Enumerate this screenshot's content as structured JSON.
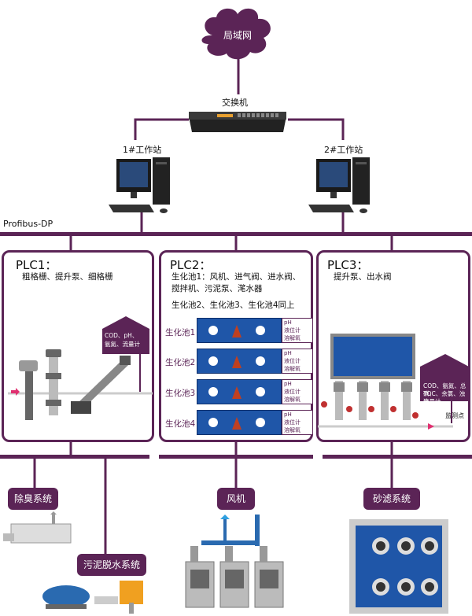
{
  "network": {
    "cloud_label": "局域网",
    "switch_label": "交换机",
    "workstation1": "1#工作站",
    "workstation2": "2#工作站",
    "bus_label": "Profibus-DP"
  },
  "plc1": {
    "title": "PLC1：",
    "desc": "粗格栅、提升泵、细格栅",
    "sensor_box": [
      "COD、pH、",
      "氨氮、流量计"
    ]
  },
  "plc2": {
    "title": "PLC2：",
    "desc_line1": "生化池1：风机、进气阀、进水阀、",
    "desc_line2": "搅拌机、污泥泵、滗水器",
    "desc_line3": "生化池2、生化池3、生化池4同上",
    "tanks": [
      {
        "label": "生化池1",
        "sensors": [
          "pH",
          "液位计",
          "溶解氧"
        ]
      },
      {
        "label": "生化池2",
        "sensors": [
          "pH",
          "液位计",
          "溶解氧"
        ]
      },
      {
        "label": "生化池3",
        "sensors": [
          "pH",
          "液位计",
          "溶解氧"
        ]
      },
      {
        "label": "生化池4",
        "sensors": [
          "pH",
          "液位计",
          "溶解氧"
        ]
      }
    ]
  },
  "plc3": {
    "title": "PLC3：",
    "desc": "提升泵、出水阀",
    "sensor_box": [
      "COD、氨氮、总磷、",
      "TOC、余氯、浊度、",
      "流量计"
    ],
    "monitor_point": "监测点"
  },
  "systems": {
    "deodor": "除臭系统",
    "fan": "风机",
    "sand_filter": "砂滤系统",
    "sludge": "污泥脱水系统"
  },
  "colors": {
    "accent": "#5b2456",
    "tank_blue": "#1f56a8"
  }
}
